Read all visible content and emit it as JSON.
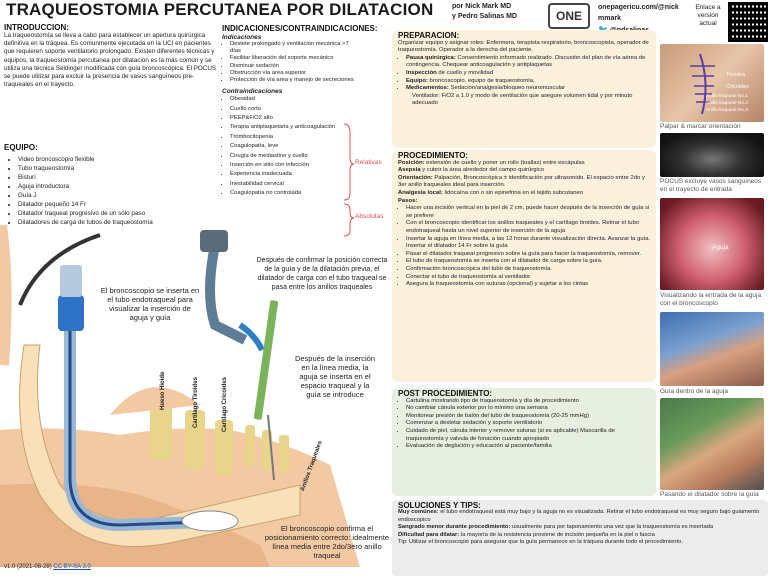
{
  "header": {
    "title": "TRAQUEOSTOMIA PERCUTANEA POR DILATACION",
    "authors": [
      "por Nick Mark MD",
      "y Pedro Salinas MD"
    ],
    "logo": "ONE",
    "site": "onepagericu.com/@nickmmark",
    "twitter": "@pdsalinas",
    "link_label": "Enlace a versión actual"
  },
  "intro": {
    "heading": "INTRODUCCION:",
    "text": "La traqueostomía se lleva a cabo para establecer un apertura quirúrgica definitiva en la tráquea. Es comunmente ejecutada en la UCI en pacientes que requieren soporte ventilatorio prolongado. Existen diferentes técnicas y equipos; la traqueostomía percutanea por dilatación es la más común y se utiliza una técnica Seldinger modificada con guía broncoscópica. El POCUS se puede utilizar para excluir la presencia de vasos sanguíneos pre-traqueales en el trayecto."
  },
  "equipment": {
    "heading": "EQUIPO:",
    "items": [
      "Video broncoscopio flexible",
      "Tubo traqueostomía",
      "Bisturí",
      "Aguja introductora",
      "Guía J",
      "Dilatador pequeño 14 Fr",
      "Dilatador traqueal progresivo de un sólo paso",
      "Dilatadores de carga de tubos de traqueostomía"
    ]
  },
  "indications": {
    "heading": "INDICACIONES/CONTRAINDICACIONES:",
    "ind_heading": "Indicaciones",
    "ind_items": [
      "Destete prolongado y ventilación mecánica >7 días",
      "Facilitar liberación del soporte mecánico",
      "Disminuir sedación",
      "Obstrucción vía area superior",
      "Protección de vía area y manejo de secreciones"
    ],
    "contra_heading": "Contraindicaciones",
    "contra_items": [
      "Obesidad",
      "Cuello corto",
      "PEEP&FiO2 alto",
      "Terapia antiplaquetaria y anticoagulación",
      "Trombocitopenia",
      "Coagulopatía, leve",
      "Cirugía de mediastino y cuello",
      "Inserción en sitio con infección",
      "Experiencia inadecuada",
      "Inestabilidad cervical",
      "Coagulopatía no controlada"
    ],
    "relative_label": "Relativas",
    "absolute_label": "Absolutas"
  },
  "diagram": {
    "callout_bronch_top": "El broncoscopio se inserta en el tubo endotraqueal para visualizar la inserción de aguja y guía",
    "callout_guide": "Después de confirmar la posición correcta de la guía y de la dilatación previa, el dilatador de carga con el tubo traqueal se pasa entre los anillos traqueales",
    "callout_needle": "Después de la inserción en la línea media, la aguja se inserta en el espacio traqueal y la guía se introduce",
    "callout_bronch_bottom": "El broncoscopio confirma el posicionamiento correcto: idealmente línea media entre 2do/3ero anillo traqueal",
    "labels": [
      "Hueso Hioide",
      "Cartílago Tiroides",
      "Cartílago Cricoides",
      "Anillos Traqueales"
    ]
  },
  "preparation": {
    "heading": "PREPARACION:",
    "text": "Organizar equipo y asignar roles: Enfermera, terapista respiratorio, broncoscopista, operador de traqueostomía. Operador a la derecha del paciente.",
    "items": [
      {
        "b": "Pausa quirúrgica:",
        "t": " Consentimiento informado realizado. Discusión del plan de vía aérea de contingencia. Chequear anticoagulación y antiplaquetas"
      },
      {
        "b": "Inspección",
        "t": " de cuello y movilidad"
      },
      {
        "b": "Equipo:",
        "t": " broncoscopio, equipo de traqueostomía,"
      },
      {
        "b": "Medicamentos:",
        "t": " Sedación/analgesia/bloqueo neuromuscular"
      }
    ],
    "vent": "Ventilador: FiO2 a 1.0 y modo de ventilación que asegure volumen tidal y por minuto adecuado"
  },
  "procedure": {
    "heading": "PROCEDIMIENTO:",
    "lines": [
      {
        "b": "Posición:",
        "t": " extensión de cuello y poner un rollo (toallas) entre escápulas"
      },
      {
        "b": "Asepsia",
        "t": " y cubrir la área alrededor del campo quirúrgico"
      },
      {
        "b": "Orientación:",
        "t": " Palpación, Broncoscópica ± identificación por ultrasonido. El espacio entre 2do y 3er anillo traqueales ideal para inserción."
      },
      {
        "b": "Analgesia local:",
        "t": " lidocaína con o sin epinefrina en el tejido subcutaneo"
      },
      {
        "b": "Pasos:",
        "t": ""
      }
    ],
    "steps": [
      "Hacer una incisión vertical en la piel de 2 cm, puede hacer después de la inserción de guía si se prefiere",
      "Con el broncoscopio identificar los anillos traqueales y el cartílago tiroides. Retirar el tubo endotraqueal hasta un nivel superior de inserción de la aguja",
      "Insertar la aguja en línea media, a las 12 horas durante visualización directa. Avanzar la guía. Insertar el dilatador 14 Fr sobre la guía",
      "Pasar el dilatador traqueal progresivo sobre la guía para hacer la traqueostomía, remover.",
      "El tubo de traqueostomía se inserta con el dilatador de carga sobre la guía.",
      "Confirmación broncoscopica del tubo de traqueostomía.",
      "Conectar el tubo de traqueostomía al ventilador.",
      "Asegura la traqueostomía con suturas (opcional) y sujetar a los cintas"
    ]
  },
  "post": {
    "heading": "POST PROCEDIMIENTO:",
    "items": [
      "Cartulina mostrando tipo de traqueostomía y día de procedimiento",
      "No cambiar cánula exterior por lo mínimo una semana",
      "Monitorear presión de balón del tubo de traqueostomía (20-25 mmHg)",
      "Comenzar a destetar sedación y soporte ventilatorio",
      "Cuidado de piel, cánula interior y remover suturas (si es aplicable) Mascarilla de traqueostomía y valvula de fonación cuando apropiado",
      "Evaluación de deglución y educación al paciente/familia"
    ]
  },
  "solutions": {
    "heading": "SOLUCIONES Y TIPS:",
    "items": [
      {
        "b": "Muy comúnes:",
        "t": " el tubo endotraqueal está muy bajo y la aguja no es visualizada. Retirar el tubo endotraqueal es muy seguro bajo guiamento endoscopico"
      },
      {
        "b": "Sangrado menor durante procedimiento:",
        "t": " usualmente para por taponamiento una vez que la traqueostomía es insertada"
      },
      {
        "b": "Dificultad para dilatar:",
        "t": " la mayoría de la resistencia proviene de incisión pequeña en la piel o fascia"
      },
      {
        "b": "",
        "t": "Tip: Utilizar el broncoscopio para asegurar que la guía permanece en la tráquea durante todo el procedimiento."
      }
    ]
  },
  "images": {
    "cap1": "Palpar & marcar orientación",
    "img1_labels": [
      "Tiroides",
      "Cricoides",
      "Anillo traqueal No.1",
      "Anillo traqueal No.2",
      "Anillo traqueal No.3"
    ],
    "cap2": "POCUS excluye vasos sanguíneos en el trayecto de entrada",
    "cap3_label": "Aguja",
    "cap3": "Visualizando la entrada de la aguja con el broncoscopio",
    "cap4": "Guía dentro de la aguja",
    "cap5": "Pasando el dilatador sobre la guía"
  },
  "footer": {
    "version": "v1.0 (2021-08-28)",
    "license": "CC BY-SA 3.0"
  }
}
